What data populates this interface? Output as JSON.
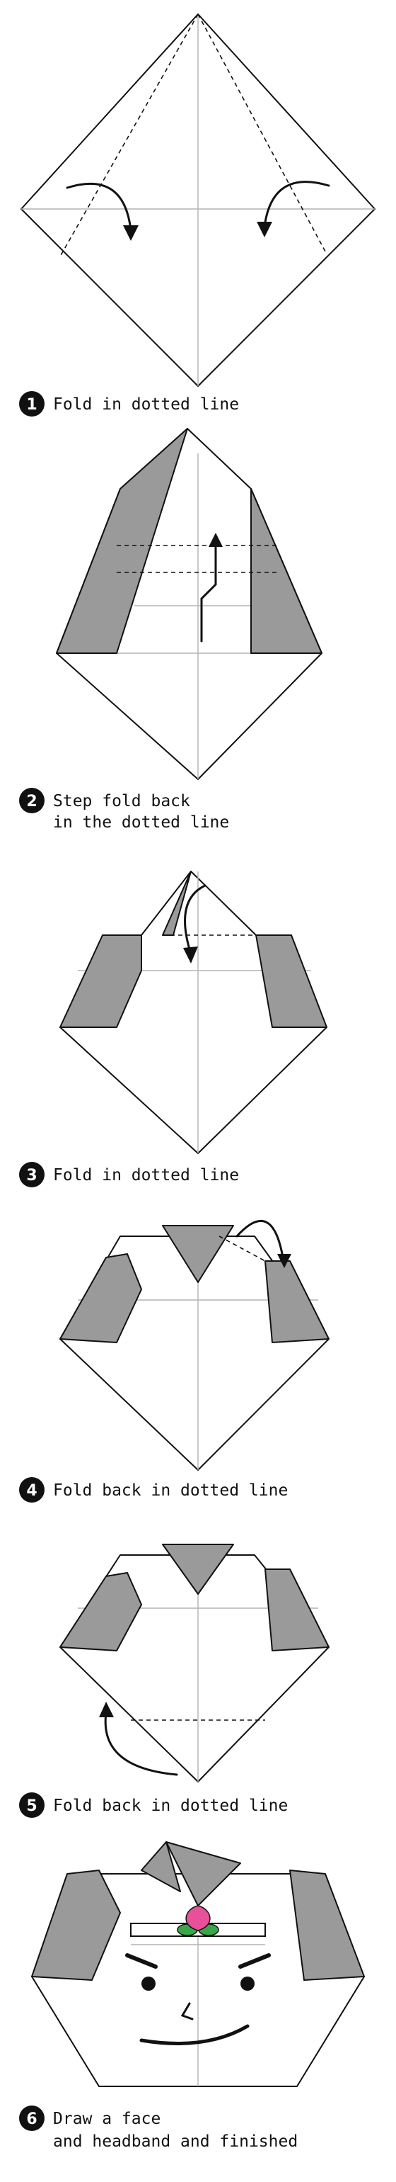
{
  "steps": [
    {
      "number": "1",
      "lines": [
        "Fold in dotted line"
      ]
    },
    {
      "number": "2",
      "lines": [
        "Step fold back",
        "in the dotted line"
      ]
    },
    {
      "number": "3",
      "lines": [
        "Fold in dotted line"
      ]
    },
    {
      "number": "4",
      "lines": [
        "Fold back in dotted line"
      ]
    },
    {
      "number": "5",
      "lines": [
        "Fold back in dotted line"
      ]
    },
    {
      "number": "6",
      "lines": [
        "Draw a face",
        "and headband and finished"
      ]
    }
  ],
  "colors": {
    "paper": "#ffffff",
    "flap": "#9a9a9a",
    "crease": "#b3b3b3",
    "ink": "#111111",
    "peach": "#e8519a",
    "leaf": "#3aa64a"
  }
}
